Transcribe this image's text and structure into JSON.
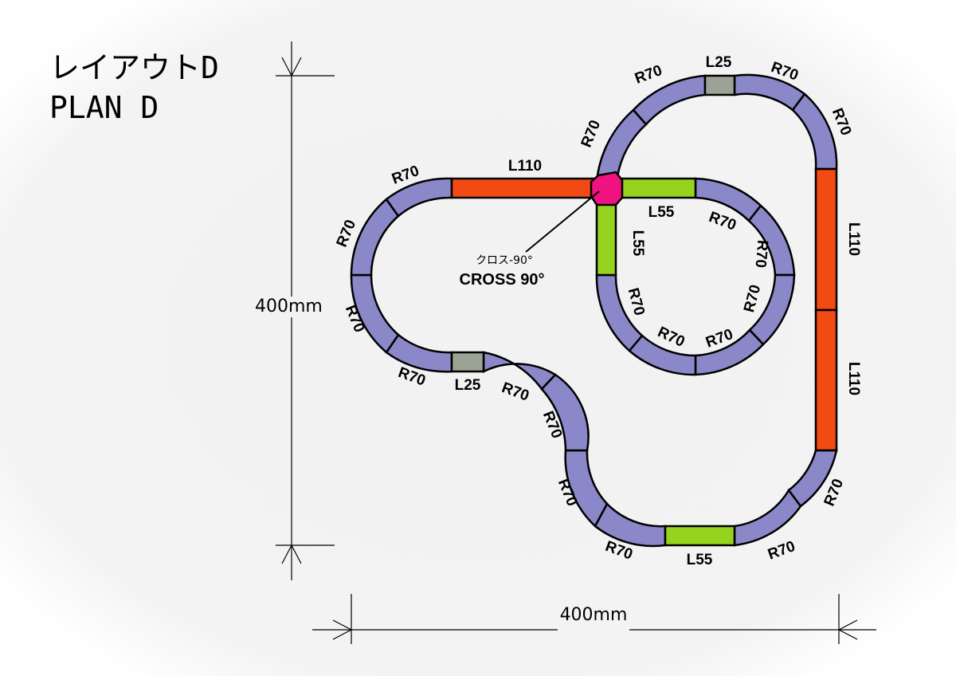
{
  "title": {
    "line1": "レイアウトD",
    "line2": "PLAN D"
  },
  "dimensions": {
    "height_label": "400mm",
    "width_label": "400mm"
  },
  "crossing": {
    "label_jp": "クロス-90°",
    "label_en": "CROSS 90°"
  },
  "track_types": {
    "R70": "R70",
    "L110": "L110",
    "L55": "L55",
    "L25": "L25"
  },
  "colors": {
    "curve": "#8a88c8",
    "straight_l110": "#f24a12",
    "straight_l55": "#95d31e",
    "straight_l25": "#9aa394",
    "crossing": "#f0127f",
    "outline": "#000000",
    "background": "#f2f2f2"
  }
}
